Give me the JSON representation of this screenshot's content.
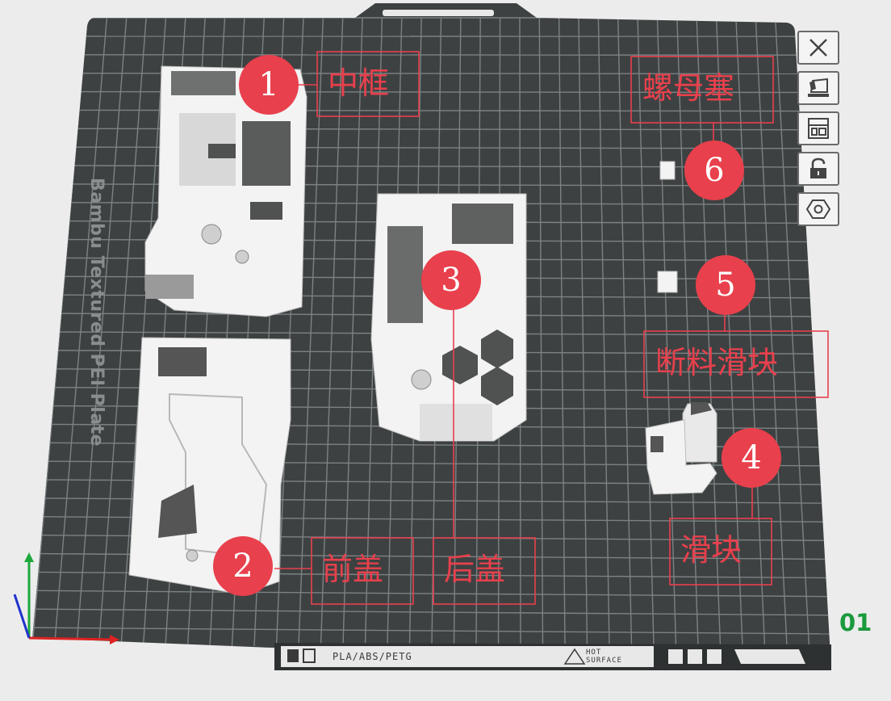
{
  "plate": {
    "brand_text": "Bambu Textured PEI Plate",
    "filament_text": "PLA/ABS/PETG",
    "hot_surface_line1": "HOT",
    "hot_surface_line2": "SURFACE",
    "plate_index": "01"
  },
  "toolbar": {
    "buttons": [
      {
        "icon": "close-icon"
      },
      {
        "icon": "auto-orient-icon"
      },
      {
        "icon": "arrange-icon"
      },
      {
        "icon": "lock-icon"
      },
      {
        "icon": "settings-icon"
      }
    ]
  },
  "callouts": [
    {
      "number": "1",
      "label": "中框"
    },
    {
      "number": "2",
      "label": "前盖"
    },
    {
      "number": "3",
      "label": "后盖"
    },
    {
      "number": "4",
      "label": "滑块"
    },
    {
      "number": "5",
      "label": "断料滑块"
    },
    {
      "number": "6",
      "label": "螺母塞"
    }
  ],
  "colors": {
    "accent_red": "#e8404c",
    "plate_dark": "#3e4142",
    "index_green": "#1a9a3c"
  }
}
